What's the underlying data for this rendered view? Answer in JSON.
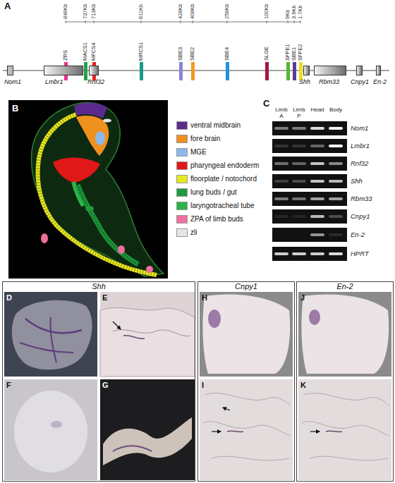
{
  "diagram": {
    "nodes": [
      {
        "text": [
          "ZRS"
        ]
      },
      {
        "text": [
          "MACS1"
        ]
      },
      {
        "text": [
          "MFCS4"
        ]
      },
      {
        "text": [
          "MRCS1"
        ]
      },
      {
        "text": [
          "SBE3"
        ]
      },
      {
        "text": [
          "SBE2"
        ]
      },
      {
        "text": [
          "SBE4"
        ]
      },
      {
        "text": [
          "SLGE"
        ]
      },
      {
        "text": [
          "SFPE1"
        ]
      },
      {
        "text": [
          "SBE1"
        ]
      },
      {
        "text": [
          "SFPE2"
        ]
      },
      {
        "text": [
          "Nom1"
        ]
      },
      {
        "text": [
          "Lmbr1"
        ]
      },
      {
        "text": [
          "Rnf32"
        ]
      },
      {
        "text": [
          "Shh"
        ]
      },
      {
        "text": [
          "Rbm33"
        ]
      },
      {
        "text": [
          "Cnpy1"
        ]
      },
      {
        "text": [
          "En-2"
        ]
      },
      {
        "text": [
          "Shh"
        ]
      },
      {
        "text": [
          "D"
        ],
        "in": 18
      },
      {
        "text": [
          "E"
        ],
        "in": 18
      },
      {
        "text": [
          "F"
        ],
        "in": 18
      },
      {
        "text": [
          "G"
        ],
        "in": 18
      },
      {
        "text": [
          "Cnpy1"
        ]
      },
      {
        "text": [
          "H"
        ],
        "in": 23
      },
      {
        "text": [
          "I"
        ],
        "in": 23
      },
      {
        "text": [
          "En-2"
        ]
      },
      {
        "text": [
          "J"
        ],
        "in": 26
      },
      {
        "text": [
          "K"
        ],
        "in": 26
      }
    ],
    "labels": [
      "A",
      "849Kb",
      "737Kb",
      "713Kb",
      "611Kb",
      "428Kb",
      "408Kb",
      "258Kb",
      "100Kb",
      "9Kb",
      "3.9Kb",
      "1.7Kb",
      "B",
      "C",
      "Limb A",
      "Limb P",
      "Head",
      "Body",
      "Nom1",
      "Lmbr1",
      "Rnf32",
      "Shh",
      "Rbm33",
      "Cnpy1",
      "En-2",
      "HPRT"
    ],
    "legend": [
      {
        "text": "ventral midbrain",
        "color": "#5b2a8c"
      },
      {
        "text": "fore brain",
        "color": "#f0901e"
      },
      {
        "text": "MGE",
        "color": "#8db8ea"
      },
      {
        "text": "pharyngeal endoderm",
        "color": "#e01818"
      },
      {
        "text": "floorplate / notochord",
        "color": "#e8e820"
      },
      {
        "text": "lung buds / gut",
        "color": "#1e9a3c"
      },
      {
        "text": "laryngotracheal tube",
        "color": "#2cb34a"
      },
      {
        "text": "ZPA of limb buds",
        "color": "#f06ea0"
      },
      {
        "text": "zli",
        "color": "#e6e6e6"
      }
    ]
  }
}
